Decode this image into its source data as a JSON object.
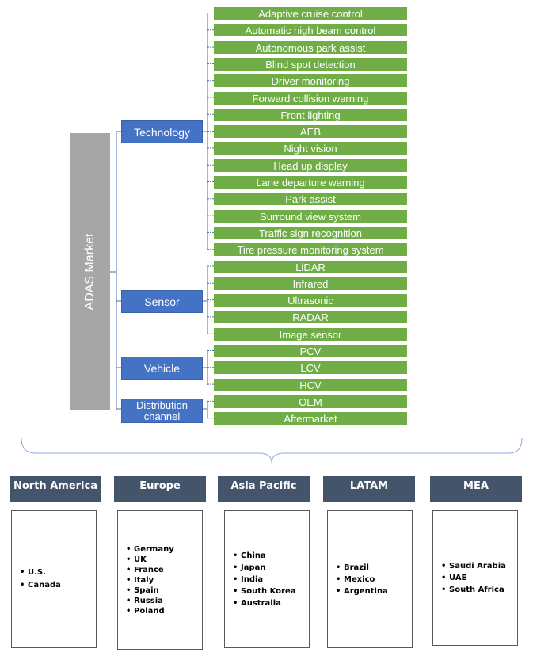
{
  "root": {
    "label": "ADAS Market"
  },
  "categories": [
    {
      "label": "Technology",
      "items": [
        "Adaptive cruise control",
        "Automatic high beam control",
        "Autonomous park assist",
        "Blind spot detection",
        "Driver monitoring",
        "Forward collision warning",
        "Front lighting",
        "AEB",
        "Night vision",
        "Head up display",
        "Lane departure warning",
        "Park assist",
        "Surround view system",
        "Traffic sign recognition",
        "Tire pressure monitoring system"
      ]
    },
    {
      "label": "Sensor",
      "items": [
        "LiDAR",
        "Infrared",
        "Ultrasonic",
        "RADAR",
        "Image sensor"
      ]
    },
    {
      "label": "Vehicle",
      "items": [
        "PCV",
        "LCV",
        "HCV"
      ]
    },
    {
      "label": "Distribution channel",
      "items": [
        "OEM",
        "Aftermarket"
      ]
    }
  ],
  "regions": [
    {
      "name": "North America",
      "countries": [
        "U.S.",
        "Canada"
      ]
    },
    {
      "name": "Europe",
      "countries": [
        "Germany",
        "UK",
        "France",
        "Italy",
        "Spain",
        "Russia",
        "Poland"
      ]
    },
    {
      "name": "Asia Pacific",
      "countries": [
        "China",
        "Japan",
        "India",
        "South Korea",
        "Australia"
      ]
    },
    {
      "name": "LATAM",
      "countries": [
        "Brazil",
        "Mexico",
        "Argentina"
      ]
    },
    {
      "name": "MEA",
      "countries": [
        "Saudi Arabia",
        "UAE",
        "South Africa"
      ]
    }
  ],
  "colors": {
    "root": "#a6a6a6",
    "category": "#4472c4",
    "leaf": "#70ad47",
    "region_header": "#44546a",
    "connector": "#4a6fa5"
  }
}
